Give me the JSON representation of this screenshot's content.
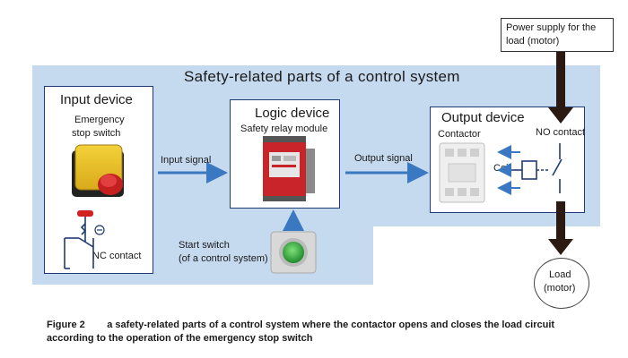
{
  "panel": {
    "title": "Safety-related parts of a control system"
  },
  "input_device": {
    "title": "Input device",
    "switch_label_line1": "Emergency",
    "switch_label_line2": "stop switch",
    "contact_label": "NC contact"
  },
  "logic_device": {
    "title": "Logic device",
    "module_label": "Safety relay module"
  },
  "output_device": {
    "title": "Output device",
    "contactor_label": "Contactor",
    "coil_label": "Coil",
    "contact_label": "NO contact"
  },
  "signals": {
    "input": "Input signal",
    "output": "Output signal"
  },
  "start_switch": {
    "line1": "Start switch",
    "line2": "(of a control system)"
  },
  "power_supply": {
    "line1": "Power supply for the",
    "line2": "load (motor)"
  },
  "load": {
    "line1": "Load",
    "line2": "(motor)"
  },
  "caption": {
    "line1": "Figure 2        a safety-related parts of a control system where the contactor opens and closes the load circuit",
    "line2": "according to the operation of the emergency stop switch"
  },
  "colors": {
    "panel_bg": "#c5d9ef",
    "border": "#1f3b73",
    "arrow": "#3a78c2",
    "dark_arrow": "#2b1a12"
  }
}
